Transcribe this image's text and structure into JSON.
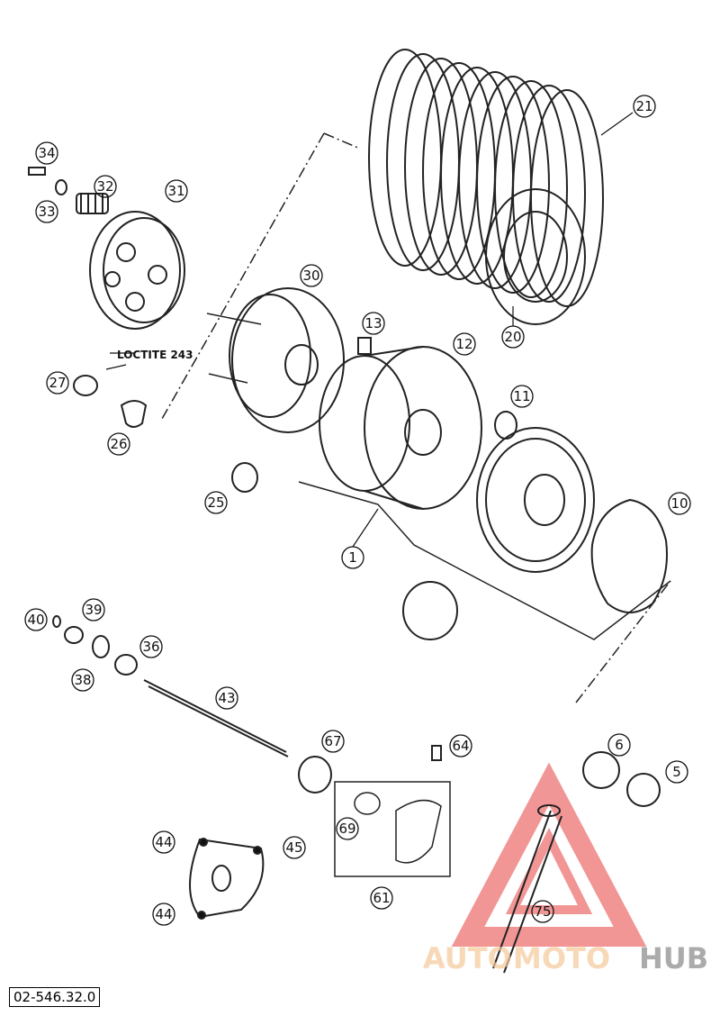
{
  "diagram": {
    "callouts": [
      "34",
      "33",
      "32",
      "31",
      "27",
      "26",
      "30",
      "13",
      "12",
      "11",
      "10",
      "25",
      "1",
      "21",
      "20",
      "40",
      "39",
      "38",
      "36",
      "43",
      "67",
      "64",
      "6",
      "5",
      "44",
      "45",
      "44",
      "69",
      "61",
      "75"
    ],
    "note": "LOCTITE 243",
    "part_number": "02-546.32.0"
  },
  "watermark": {
    "text_a": "AUTO",
    "text_b": "MOTO",
    "text_c": "HUB",
    "color_light": "#f5c89a",
    "color_dark": "#888888",
    "logo_color": "#e63f3f"
  }
}
